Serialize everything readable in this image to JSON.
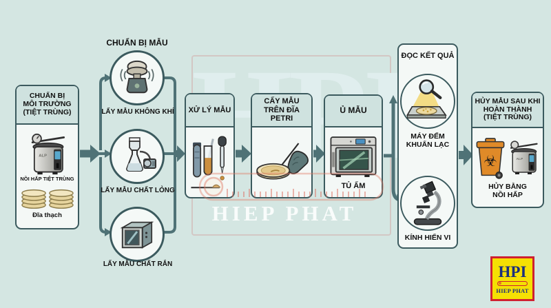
{
  "colors": {
    "background": "#d4e6e2",
    "box_border": "#3b5a5e",
    "box_header_bg": "#cfe2df",
    "box_body_bg": "#f4f8f6",
    "arrow": "#4f7276",
    "text": "#111111",
    "bin_orange": "#e08a28",
    "logo_bg": "#f5e003",
    "logo_border": "#cf2030",
    "logo_text": "#1b2f7e"
  },
  "stage1": {
    "title": [
      "CHUẨN BỊ",
      "MÔI TRƯỜNG",
      "(TIỆT TRÙNG)"
    ],
    "machine_label": "NỒI HẤP TIỆT TRÙNG",
    "machine_brand": "ALP",
    "plates_label": "Đĩa thạch",
    "icons": [
      "autoclave-icon",
      "agar-plates-icon"
    ]
  },
  "stage2": {
    "heading": "CHUẨN BỊ MẪU",
    "items": [
      {
        "label": "LẤY MẪU KHÔNG KHÍ",
        "icon": "air-sampler-icon"
      },
      {
        "label": "LẤY MẪU CHẤT LỎNG",
        "icon": "liquid-filtration-icon"
      },
      {
        "label": "LẤY MẪU CHẤT RẮN",
        "icon": "solid-sample-blender-icon"
      }
    ]
  },
  "stage3": {
    "title": "XỬ LÝ MẪU",
    "icon": "test-tubes-icon"
  },
  "stage4": {
    "title": [
      "CẤY MẪU",
      "TRÊN ĐĨA PETRI"
    ],
    "icon": "petri-inoculation-icon"
  },
  "stage5": {
    "title": "Ủ MẪU",
    "machine_label": "TỦ ẤM",
    "icon": "incubator-icon"
  },
  "stage6": {
    "heading": "ĐỌC KẾT QUẢ",
    "items": [
      {
        "label": [
          "MÁY ĐẾM",
          "KHUẨN LẠC"
        ],
        "icon": "colony-counter-icon"
      },
      {
        "label": [
          "KÍNH HIỂN VI"
        ],
        "icon": "microscope-icon"
      }
    ]
  },
  "stage7": {
    "title": [
      "HỦY MẪU SAU KHI",
      "HOÀN THÀNH",
      "(TIỆT TRÙNG)"
    ],
    "machine_label": [
      "HỦY BẰNG",
      "NỒI HẤP"
    ],
    "machine_brand": "ALP",
    "icons": [
      "biohazard-bin-icon",
      "autoclave-icon"
    ]
  },
  "watermark": {
    "monogram": "HPI",
    "name": "HIEP PHAT"
  },
  "logo": {
    "monogram": "HPI",
    "name": "HIEP PHAT"
  }
}
